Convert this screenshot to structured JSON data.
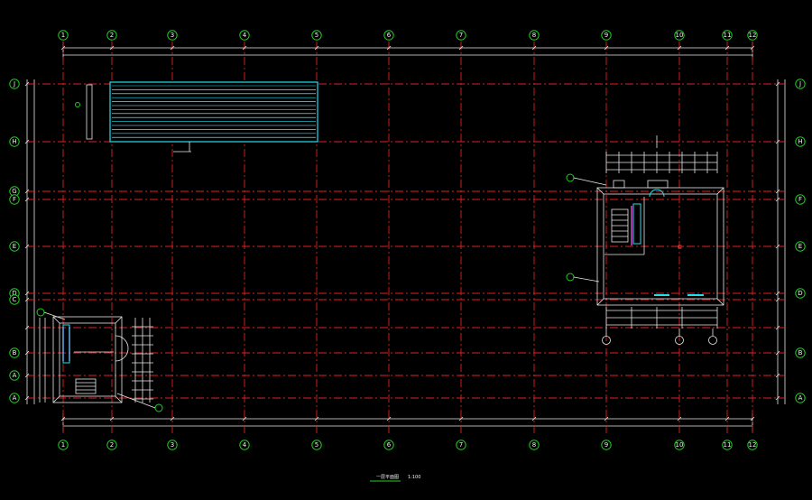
{
  "axes_x": [
    "1",
    "2",
    "3",
    "4",
    "5",
    "6",
    "7",
    "8",
    "9",
    "10",
    "11",
    "12"
  ],
  "axes_y": [
    "J",
    "H",
    "G",
    "F",
    "E",
    "D",
    "C",
    "B",
    "A",
    "A"
  ],
  "drawing_title": "一层平面图",
  "drawing_scale": "1:100",
  "colors": {
    "grid": "#e02020",
    "bubble": "#20d020",
    "walls": "#e8e8e8",
    "pool": "#20e0f0",
    "window": "#20e0f0"
  }
}
